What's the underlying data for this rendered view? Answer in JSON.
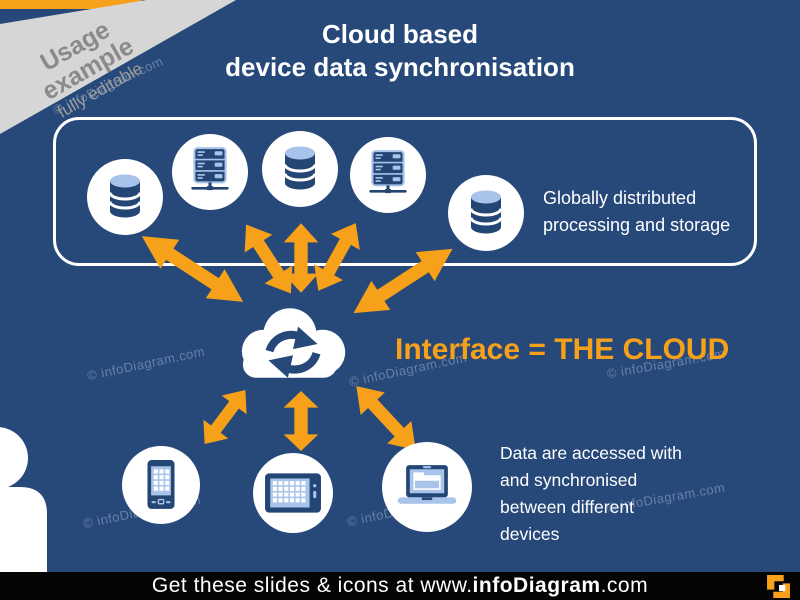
{
  "slide": {
    "badge": {
      "title_line1": "Usage",
      "title_line2": "example",
      "subtitle": "fully editable"
    },
    "title": {
      "line1": "Cloud based",
      "line2": "device data synchronisation"
    },
    "cloud_tier": {
      "caption_line1": "Globally distributed",
      "caption_line2": "processing and storage",
      "icons": [
        "database-icon",
        "server-icon",
        "database-icon",
        "server-icon",
        "database-icon"
      ]
    },
    "interface_label": "Interface = THE CLOUD",
    "device_tier": {
      "caption_lines": [
        "Data are accessed with",
        "and synchronised",
        "between different",
        "devices"
      ],
      "icons": [
        "smartphone-icon",
        "tablet-icon",
        "laptop-icon"
      ]
    },
    "footer": {
      "prefix": "Get these slides & icons at www.",
      "brand": "infoDiagram",
      "suffix": ".com"
    },
    "watermark_text": "© infoDiagram.com",
    "colors": {
      "background": "#27497A",
      "accent_orange": "#F7A11A",
      "icon_navy": "#234674",
      "icon_light_blue": "#A9C4EA",
      "ribbon_gray": "#D6D6D6",
      "ribbon_text_gray": "#8A8A8A",
      "footer_bg": "#050505",
      "text_white": "#FFFFFF"
    }
  }
}
